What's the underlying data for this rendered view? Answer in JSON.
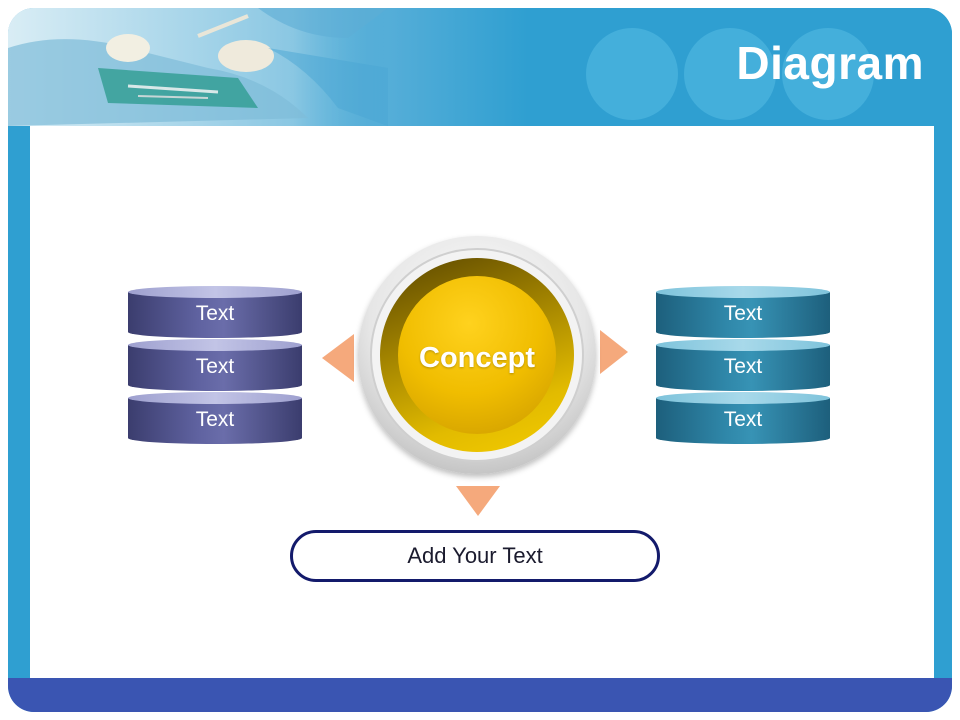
{
  "header": {
    "title": "Diagram"
  },
  "diagram": {
    "center": "Concept",
    "left_stack": [
      "Text",
      "Text",
      "Text"
    ],
    "right_stack": [
      "Text",
      "Text",
      "Text"
    ],
    "bottom_box": "Add Your Text"
  },
  "colors": {
    "header_blue": "#2f9fd1",
    "footer_blue": "#3a55b2",
    "left_stack": "#55578f",
    "right_stack": "#2a7b9d",
    "concept_gold": "#f0bd00",
    "arrows": "#f5a97c",
    "box_border": "#131a6b"
  }
}
